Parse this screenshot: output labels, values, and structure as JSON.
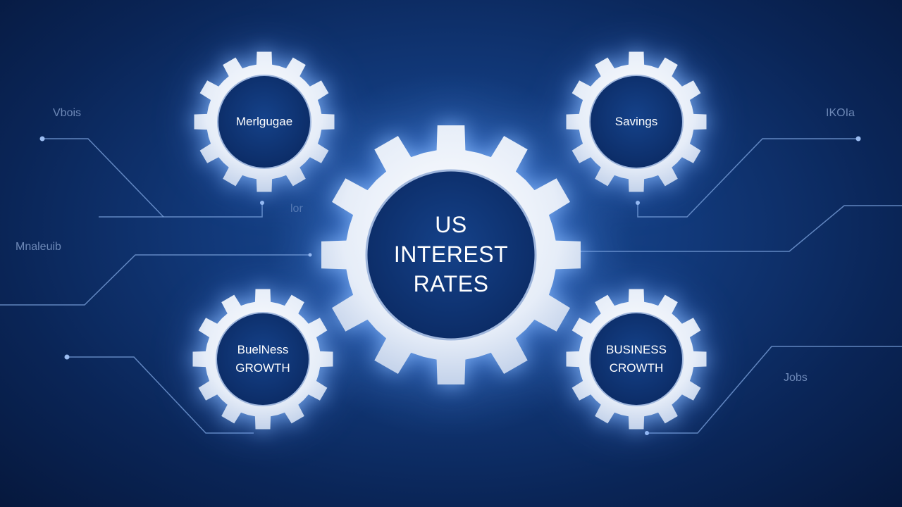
{
  "diagram": {
    "center": {
      "lines": [
        "US",
        "INTEREST",
        "RATES"
      ]
    },
    "nodes": [
      {
        "id": "top-left",
        "label": "Merlgugae"
      },
      {
        "id": "top-right",
        "label": "Savings"
      },
      {
        "id": "bottom-left",
        "lines": [
          "BuelNess",
          "GROWTH"
        ]
      },
      {
        "id": "bottom-right",
        "lines": [
          "BUSINESS",
          "CROWTH"
        ]
      }
    ],
    "side_labels": {
      "left_top": "Vbois",
      "left_middle": "Mnaleuib",
      "center_faint": "lor",
      "right_top": "IKOIa",
      "right_bottom": "Jobs"
    },
    "colors": {
      "background": "#0a2557",
      "gear": "#eef3fb",
      "gear_inner": "#0e2f6b",
      "line": "#7fa5e0"
    }
  }
}
